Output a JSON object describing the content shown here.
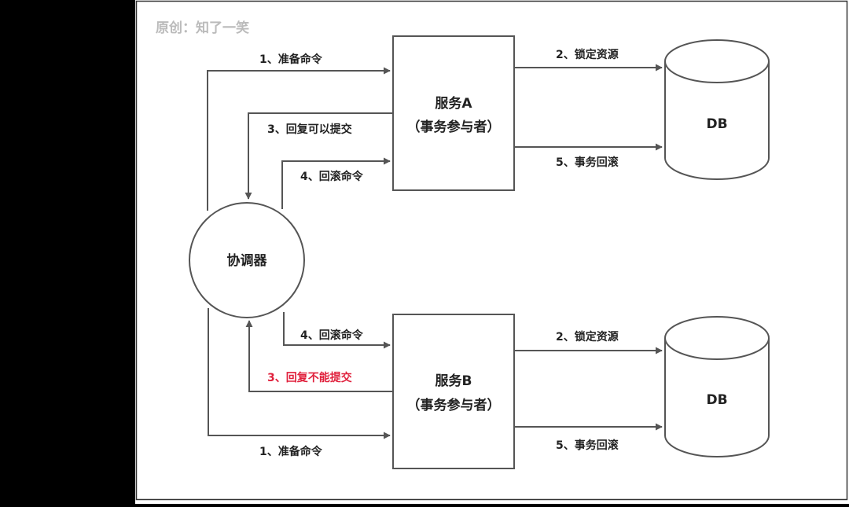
{
  "watermark": "原创：知了一笑",
  "colors": {
    "background": "#000000",
    "canvas": "#ffffff",
    "frame": "#333333",
    "stroke": "#555555",
    "text": "#222222",
    "watermark": "#bbbbbb",
    "highlight": "#e0203c"
  },
  "nodes": {
    "coordinator": {
      "label": "协调器"
    },
    "service_a": {
      "name": "服务A",
      "role": "（事务参与者）"
    },
    "service_b": {
      "name": "服务B",
      "role": "（事务参与者）"
    },
    "db_a": {
      "label": "DB"
    },
    "db_b": {
      "label": "DB"
    }
  },
  "edges": {
    "prepare_a": "1、准备命令",
    "lock_a": "2、锁定资源",
    "reply_a": "3、回复可以提交",
    "rollback_cmd_a": "4、回滚命令",
    "rollback_a": "5、事务回滚",
    "rollback_cmd_b": "4、回滚命令",
    "lock_b": "2、锁定资源",
    "reply_b": "3、回复不能提交",
    "prepare_b": "1、准备命令",
    "rollback_b": "5、事务回滚"
  }
}
